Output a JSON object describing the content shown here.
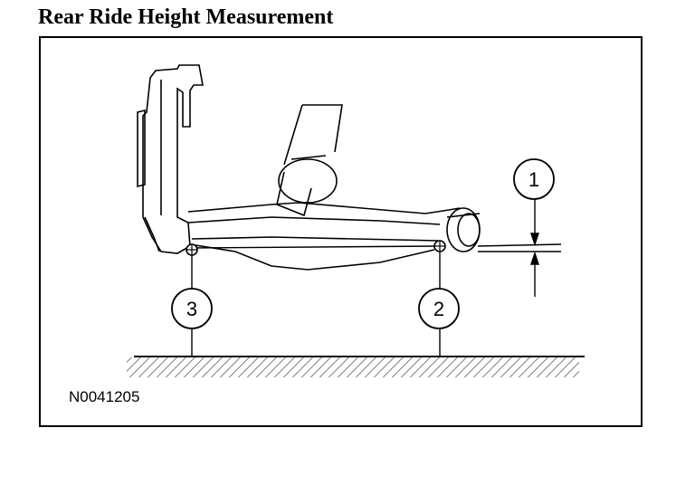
{
  "title": "Rear Ride Height Measurement",
  "figure_id": "N0041205",
  "callouts": [
    {
      "id": "1"
    },
    {
      "id": "2"
    },
    {
      "id": "3"
    }
  ]
}
